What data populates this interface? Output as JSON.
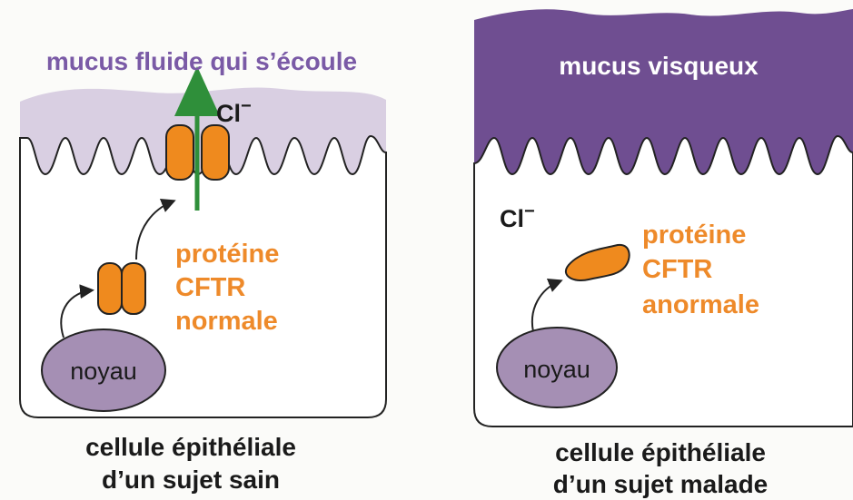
{
  "left_panel": {
    "mucus_label": "mucus fluide qui s’écoule",
    "ion_label": "Cl",
    "ion_charge": "−",
    "protein_lines": [
      "protéine",
      "CFTR",
      "normale"
    ],
    "nucleus_label": "noyau",
    "caption_lines": [
      "cellule épithéliale",
      "d’un sujet sain"
    ]
  },
  "right_panel": {
    "mucus_label": "mucus visqueux",
    "ion_label": "Cl",
    "ion_charge": "−",
    "protein_lines": [
      "protéine",
      "CFTR",
      "anormale"
    ],
    "nucleus_label": "noyau",
    "caption_lines": [
      "cellule épithéliale",
      "d’un sujet malade"
    ]
  },
  "colors": {
    "light_mucus": "#d9cfe2",
    "dark_mucus": "#6f4e91",
    "label_purple": "#7a5aa6",
    "protein_orange": "#ef8a1e",
    "protein_text": "#ee8a2a",
    "nucleus": "#a58fb4",
    "arrow_green": "#2f8f3a",
    "caption": "#1a1a1a",
    "outline": "#222222"
  }
}
